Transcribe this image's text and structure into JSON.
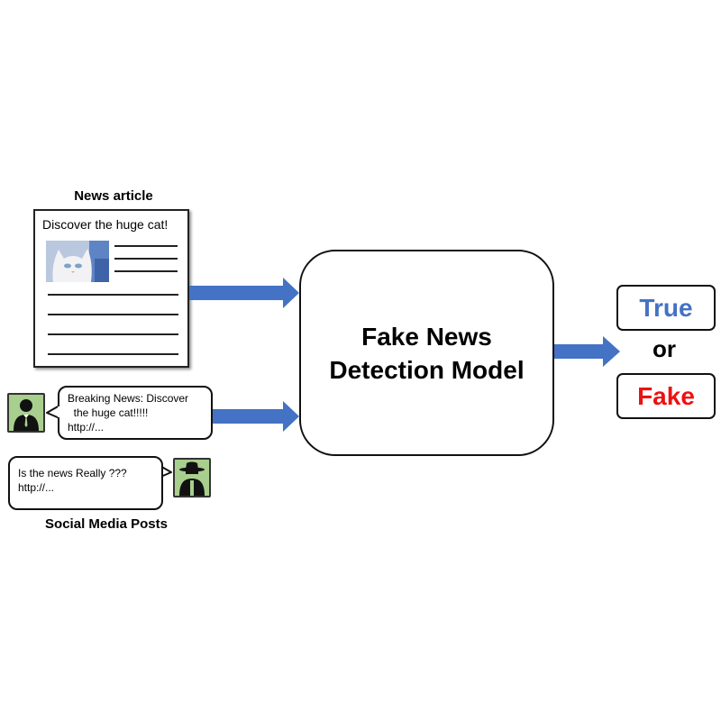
{
  "news_article": {
    "title": "News article",
    "headline": "Discover the huge cat!"
  },
  "model": {
    "label_line1": "Fake News",
    "label_line2": "Detection Model"
  },
  "social_posts": {
    "title": "Social Media Posts",
    "post1": {
      "line1": "Breaking News: Discover",
      "line2": "  the huge cat!!!!!",
      "line3": "http://..."
    },
    "post2": {
      "line1": "Is the news Really ???",
      "line2": "http://..."
    }
  },
  "output": {
    "true_label": "True",
    "or_label": "or",
    "fake_label": "Fake"
  },
  "colors": {
    "arrow": "#4472c4",
    "true": "#4472c4",
    "fake": "#ee1111",
    "avatar_bg": "#a8cf8e"
  }
}
